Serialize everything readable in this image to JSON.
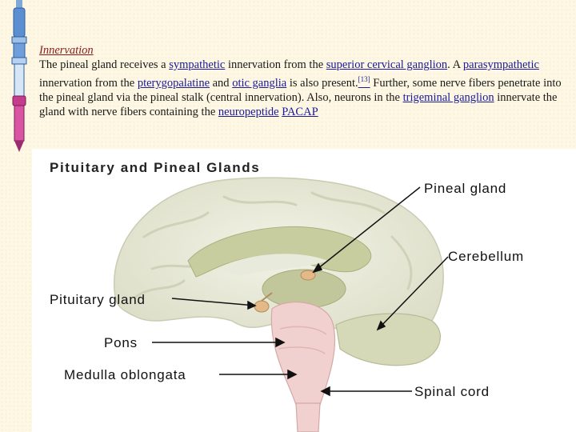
{
  "text": {
    "heading": "Innervation",
    "seg1": "The pineal gland receives a ",
    "link_sympathetic": "sympathetic",
    "seg2": " innervation from the ",
    "link_superior_cervical": "superior cervical ganglion",
    "seg3": ". A ",
    "link_parasympathetic": "parasympathetic",
    "seg4": " innervation from the ",
    "link_pterygopalatine": "pterygopalatine",
    "seg5": " and ",
    "link_otic": "otic ganglia",
    "seg6": " is also present.",
    "citation": "[13]",
    "seg7": " Further, some nerve fibers penetrate into the pineal gland via the pineal stalk (central innervation). Also, neurons in the ",
    "link_trigeminal": "trigeminal ganglion",
    "seg8": " innervate the gland with nerve fibers containing the ",
    "link_neuropeptide": "neuropeptide",
    "seg9": " ",
    "link_pacap": "PACAP"
  },
  "figure": {
    "title": "Pituitary and Pineal Glands",
    "labels": {
      "pineal": "Pineal gland",
      "cerebellum": "Cerebellum",
      "pituitary": "Pituitary gland",
      "pons": "Pons",
      "medulla": "Medulla oblongata",
      "spinal": "Spinal cord"
    }
  },
  "colors": {
    "background": "#fdf7e3",
    "link": "#1a1a9a",
    "heading": "#8b1a1a",
    "brain_tissue": "#e9ead9",
    "brain_inner": "#c9cfa4",
    "brainstem": "#f1d1cf",
    "gland": "#e2b987"
  }
}
